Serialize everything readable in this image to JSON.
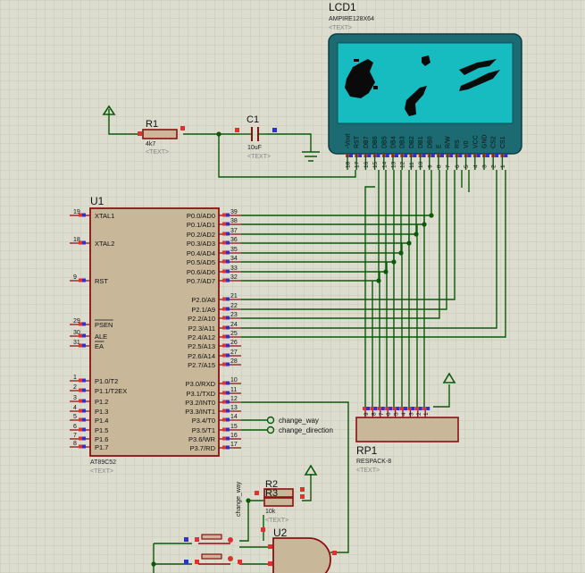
{
  "colors": {
    "background": "#dcdccf",
    "grid": "#c7c7b6",
    "wire": "#0a5a0a",
    "body_fill": "#c9b79a",
    "body_stroke": "#8b1010",
    "lcd_frame": "#1c6a72",
    "lcd_screen": "#16bcc0",
    "pin_red": "#e03030",
    "pin_blue": "#3030d0"
  },
  "lcd": {
    "ref": "LCD1",
    "part": "AMPIRE128X64",
    "text": "<TEXT>",
    "pins": [
      "-Vout",
      "RST",
      "DB7",
      "DB6",
      "DB5",
      "DB4",
      "DB3",
      "DB2",
      "DB1",
      "DB0",
      "E",
      "R/W",
      "RS",
      "V0",
      "VCC",
      "GND",
      "CS2",
      "CS1"
    ],
    "pin_numbers": [
      "18",
      "17",
      "16",
      "15",
      "14",
      "13",
      "12",
      "11",
      "10",
      "9",
      "8",
      "7",
      "6",
      "5",
      "4",
      "3",
      "2",
      "1"
    ]
  },
  "r1": {
    "ref": "R1",
    "value": "4k7",
    "text": "<TEXT>"
  },
  "c1": {
    "ref": "C1",
    "value": "10uF",
    "text": "<TEXT>"
  },
  "u1": {
    "ref": "U1",
    "part": "AT89C52",
    "text": "<TEXT>",
    "left_pins": [
      {
        "num": "19",
        "label": "XTAL1"
      },
      {
        "num": "18",
        "label": "XTAL2"
      },
      {
        "num": "9",
        "label": "RST"
      },
      {
        "num": "29",
        "label": "PSEN"
      },
      {
        "num": "30",
        "label": "ALE"
      },
      {
        "num": "31",
        "label": "EA"
      },
      {
        "num": "1",
        "label": "P1.0/T2"
      },
      {
        "num": "2",
        "label": "P1.1/T2EX"
      },
      {
        "num": "3",
        "label": "P1.2"
      },
      {
        "num": "4",
        "label": "P1.3"
      },
      {
        "num": "5",
        "label": "P1.4"
      },
      {
        "num": "6",
        "label": "P1.5"
      },
      {
        "num": "7",
        "label": "P1.6"
      },
      {
        "num": "8",
        "label": "P1.7"
      }
    ],
    "right_pins": [
      {
        "num": "39",
        "label": "P0.0/AD0"
      },
      {
        "num": "38",
        "label": "P0.1/AD1"
      },
      {
        "num": "37",
        "label": "P0.2/AD2"
      },
      {
        "num": "36",
        "label": "P0.3/AD3"
      },
      {
        "num": "35",
        "label": "P0.4/AD4"
      },
      {
        "num": "34",
        "label": "P0.5/AD5"
      },
      {
        "num": "33",
        "label": "P0.6/AD6"
      },
      {
        "num": "32",
        "label": "P0.7/AD7"
      },
      {
        "num": "21",
        "label": "P2.0/A8"
      },
      {
        "num": "22",
        "label": "P2.1/A9"
      },
      {
        "num": "23",
        "label": "P2.2/A10"
      },
      {
        "num": "24",
        "label": "P2.3/A11"
      },
      {
        "num": "25",
        "label": "P2.4/A12"
      },
      {
        "num": "26",
        "label": "P2.5/A13"
      },
      {
        "num": "27",
        "label": "P2.6/A14"
      },
      {
        "num": "28",
        "label": "P2.7/A15"
      },
      {
        "num": "10",
        "label": "P3.0/RXD"
      },
      {
        "num": "11",
        "label": "P3.1/TXD"
      },
      {
        "num": "12",
        "label": "P3.2/INT0"
      },
      {
        "num": "13",
        "label": "P3.3/INT1"
      },
      {
        "num": "14",
        "label": "P3.4/T0"
      },
      {
        "num": "15",
        "label": "P3.5/T1"
      },
      {
        "num": "16",
        "label": "P3.6/WR"
      },
      {
        "num": "17",
        "label": "P3.7/RD"
      }
    ]
  },
  "net_labels": {
    "change_way": "change_way",
    "change_direction": "change_direction",
    "change_way_vertical": "change_way"
  },
  "rp1": {
    "ref": "RP1",
    "part": "RESPACK-8",
    "text": "<TEXT>",
    "pin_numbers": [
      "9",
      "8",
      "7",
      "6",
      "5",
      "4",
      "3",
      "2",
      "1"
    ]
  },
  "r2": {
    "ref": "R2"
  },
  "r3": {
    "ref": "R3",
    "value": "10k",
    "text": "<TEXT>"
  },
  "u2": {
    "ref": "U2"
  }
}
